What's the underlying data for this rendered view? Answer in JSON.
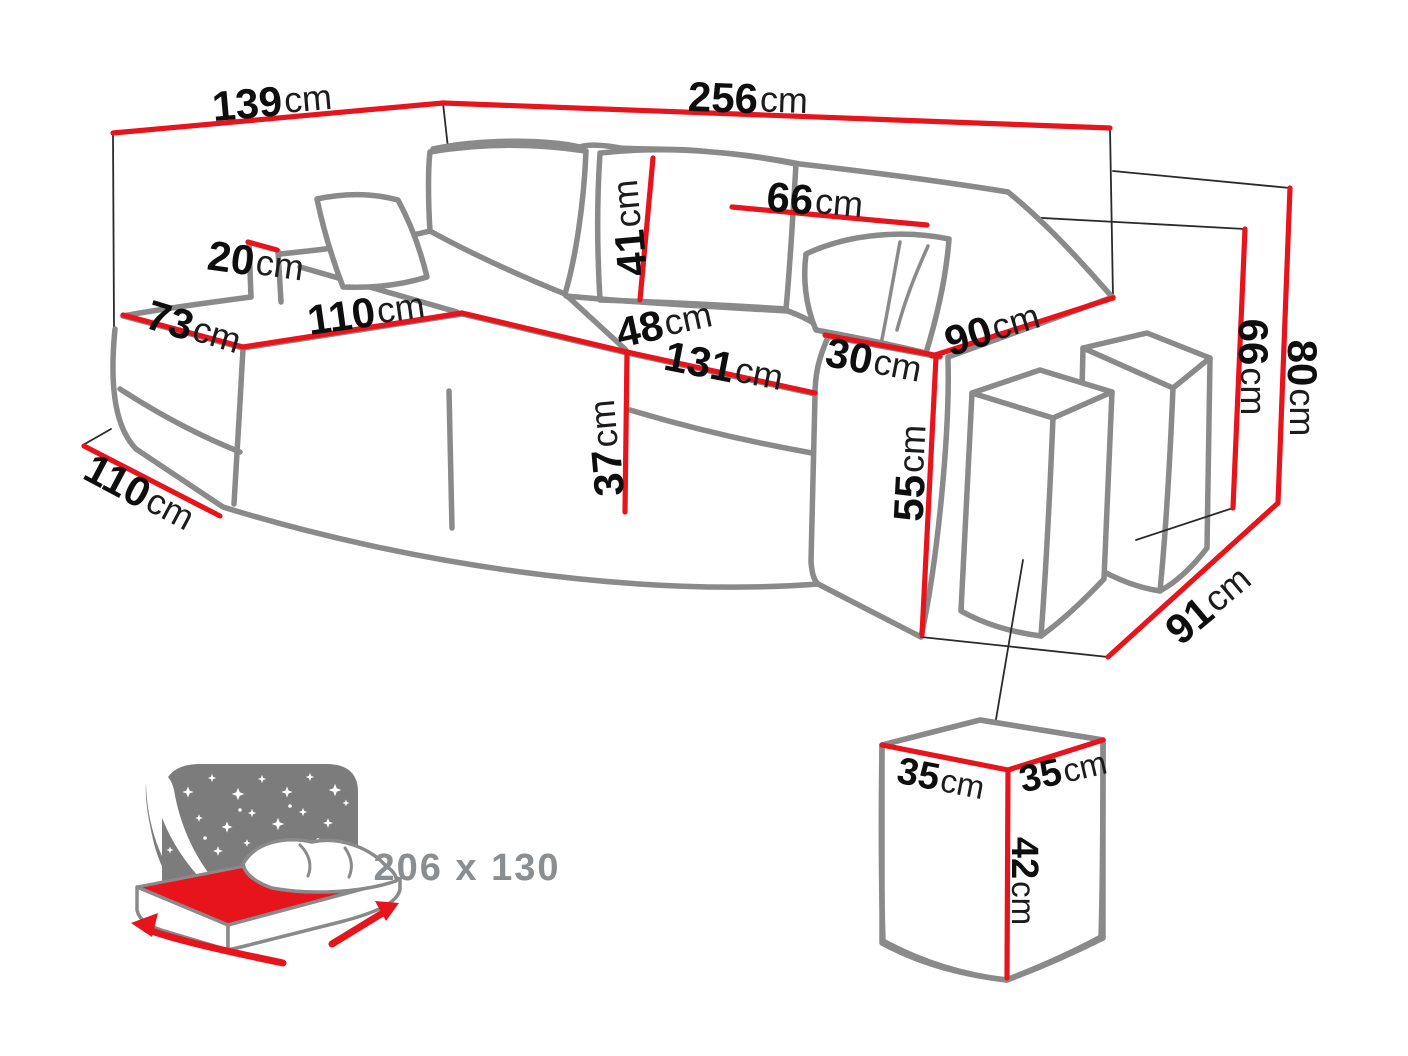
{
  "diagram_type": "corner-sofa dimension drawing",
  "colors": {
    "dimension_red": "#e8141b",
    "outline_gray": "#8a8a8a",
    "label_black": "#0e0e0e",
    "bed_icon_gray": "#7c7c7c",
    "bed_text_gray": "#8b8e90"
  },
  "sofa_dimensions": {
    "back_left": {
      "value": "139",
      "unit": "cm"
    },
    "back_total": {
      "value": "256",
      "unit": "cm"
    },
    "back_shelf": {
      "value": "20",
      "unit": "cm"
    },
    "chaise_width": {
      "value": "73",
      "unit": "cm"
    },
    "chaise_length": {
      "value": "110",
      "unit": "cm"
    },
    "seat_depth": {
      "value": "48",
      "unit": "cm"
    },
    "seat_front_width": {
      "value": "131",
      "unit": "cm"
    },
    "cushion_height": {
      "value": "41",
      "unit": "cm"
    },
    "cushion_width": {
      "value": "66",
      "unit": "cm"
    },
    "armrest_top_width": {
      "value": "30",
      "unit": "cm"
    },
    "armrest_length": {
      "value": "90",
      "unit": "cm"
    },
    "seat_height": {
      "value": "37",
      "unit": "cm"
    },
    "armrest_height": {
      "value": "55",
      "unit": "cm"
    },
    "floor_depth_left": {
      "value": "110",
      "unit": "cm"
    },
    "backrest_height": {
      "value": "66",
      "unit": "cm"
    },
    "total_height": {
      "value": "80",
      "unit": "cm"
    },
    "floor_depth_right": {
      "value": "91",
      "unit": "cm"
    }
  },
  "pouf_dimensions": {
    "top_width": {
      "value": "35",
      "unit": "cm"
    },
    "top_depth": {
      "value": "35",
      "unit": "cm"
    },
    "height": {
      "value": "42",
      "unit": "cm"
    }
  },
  "sleeping_area": {
    "label": "206 x 130"
  }
}
